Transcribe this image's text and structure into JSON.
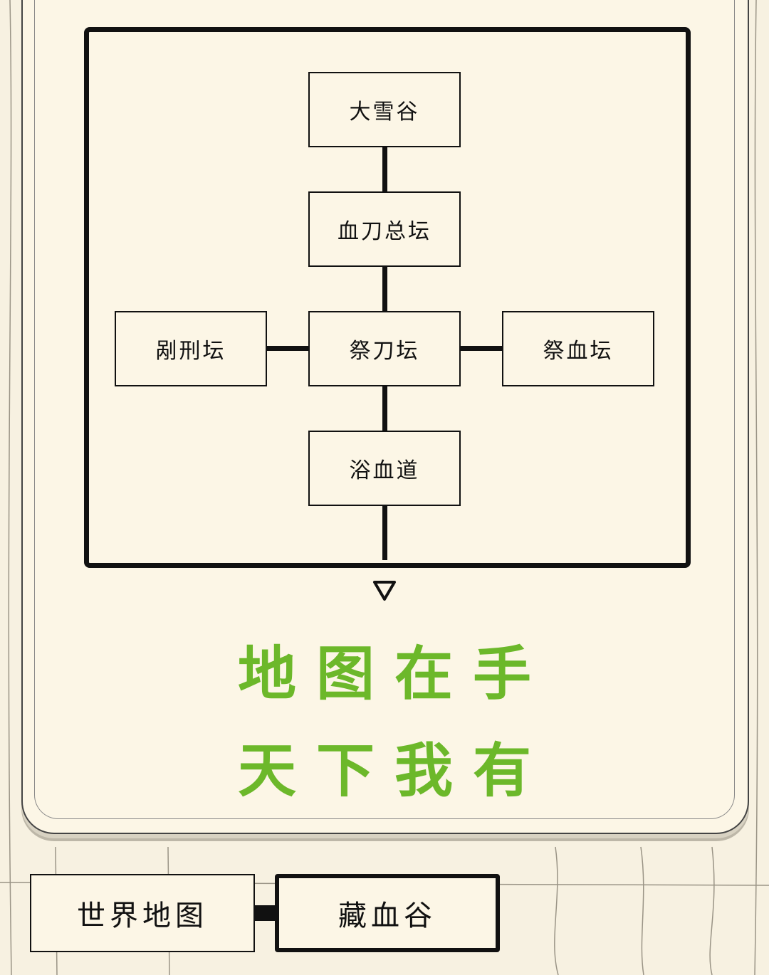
{
  "map": {
    "nodes": {
      "top": "大雪谷",
      "upper": "血刀总坛",
      "left": "剐刑坛",
      "center": "祭刀坛",
      "right": "祭血坛",
      "lower": "浴血道"
    }
  },
  "slogan": {
    "line1": "地图在手",
    "line2": "天下我有"
  },
  "tabs": {
    "world_map": "世界地图",
    "current_area": "藏血谷"
  },
  "icons": {
    "down_arrow": "down-triangle-icon"
  },
  "colors": {
    "slogan": "#6cb82a",
    "paper": "#fcf6e6",
    "ink": "#111111"
  }
}
